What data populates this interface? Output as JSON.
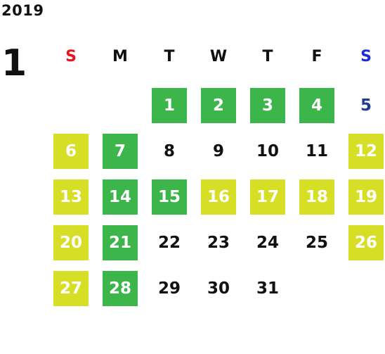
{
  "year": "2019",
  "month": "1",
  "colors": {
    "green": "#3cb54a",
    "yellow": "#d6de26",
    "sunday": "#e8141b",
    "saturday": "#1b2cd8",
    "sat_date": "#1f3d8c",
    "text": "#111111"
  },
  "weekdays": [
    "S",
    "M",
    "T",
    "W",
    "T",
    "F",
    "S"
  ],
  "days": [
    {
      "label": "1",
      "col": 2,
      "row": 0,
      "style": "green"
    },
    {
      "label": "2",
      "col": 3,
      "row": 0,
      "style": "green"
    },
    {
      "label": "3",
      "col": 4,
      "row": 0,
      "style": "green"
    },
    {
      "label": "4",
      "col": 5,
      "row": 0,
      "style": "green"
    },
    {
      "label": "5",
      "col": 6,
      "row": 0,
      "style": "sat"
    },
    {
      "label": "6",
      "col": 0,
      "row": 1,
      "style": "yellow"
    },
    {
      "label": "7",
      "col": 1,
      "row": 1,
      "style": "green"
    },
    {
      "label": "8",
      "col": 2,
      "row": 1,
      "style": "plain"
    },
    {
      "label": "9",
      "col": 3,
      "row": 1,
      "style": "plain"
    },
    {
      "label": "10",
      "col": 4,
      "row": 1,
      "style": "plain"
    },
    {
      "label": "11",
      "col": 5,
      "row": 1,
      "style": "plain"
    },
    {
      "label": "12",
      "col": 6,
      "row": 1,
      "style": "yellow"
    },
    {
      "label": "13",
      "col": 0,
      "row": 2,
      "style": "yellow"
    },
    {
      "label": "14",
      "col": 1,
      "row": 2,
      "style": "green"
    },
    {
      "label": "15",
      "col": 2,
      "row": 2,
      "style": "green"
    },
    {
      "label": "16",
      "col": 3,
      "row": 2,
      "style": "yellow"
    },
    {
      "label": "17",
      "col": 4,
      "row": 2,
      "style": "yellow"
    },
    {
      "label": "18",
      "col": 5,
      "row": 2,
      "style": "yellow"
    },
    {
      "label": "19",
      "col": 6,
      "row": 2,
      "style": "yellow"
    },
    {
      "label": "20",
      "col": 0,
      "row": 3,
      "style": "yellow"
    },
    {
      "label": "21",
      "col": 1,
      "row": 3,
      "style": "green"
    },
    {
      "label": "22",
      "col": 2,
      "row": 3,
      "style": "plain"
    },
    {
      "label": "23",
      "col": 3,
      "row": 3,
      "style": "plain"
    },
    {
      "label": "24",
      "col": 4,
      "row": 3,
      "style": "plain"
    },
    {
      "label": "25",
      "col": 5,
      "row": 3,
      "style": "plain"
    },
    {
      "label": "26",
      "col": 6,
      "row": 3,
      "style": "yellow"
    },
    {
      "label": "27",
      "col": 0,
      "row": 4,
      "style": "yellow"
    },
    {
      "label": "28",
      "col": 1,
      "row": 4,
      "style": "green"
    },
    {
      "label": "29",
      "col": 2,
      "row": 4,
      "style": "plain"
    },
    {
      "label": "30",
      "col": 3,
      "row": 4,
      "style": "plain"
    },
    {
      "label": "31",
      "col": 4,
      "row": 4,
      "style": "plain"
    }
  ]
}
